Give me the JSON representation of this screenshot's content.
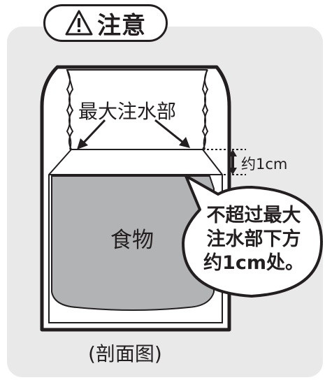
{
  "header": {
    "icon": "warning-icon",
    "title": "注意"
  },
  "diagram": {
    "max_fill_label": "最大注水部",
    "gap_label": "约1cm",
    "food_label": "食物",
    "bubble_lines": [
      "不超过最大",
      "注水部下方",
      "约1cm处。"
    ],
    "caption": "(剖面图)"
  },
  "colors": {
    "panel": "#e9e9ea",
    "food": "#b1b3b5",
    "outline": "#231f20",
    "white": "#ffffff"
  }
}
